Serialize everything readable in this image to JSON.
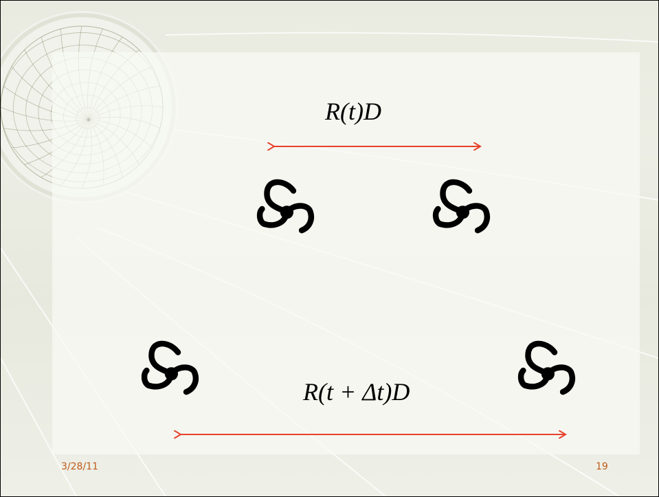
{
  "slide": {
    "label_top": "R(t)D",
    "label_bottom": "R(t + Δt)D",
    "footer_date": "3/28/11",
    "footer_page": "19"
  },
  "colors": {
    "arrow": "#e8402a",
    "icon": "#000000",
    "footer_text": "#c05a1a",
    "globe_lines": "#8a8d6a"
  },
  "icons": [
    "galaxy-icon",
    "galaxy-icon",
    "galaxy-icon",
    "galaxy-icon"
  ]
}
